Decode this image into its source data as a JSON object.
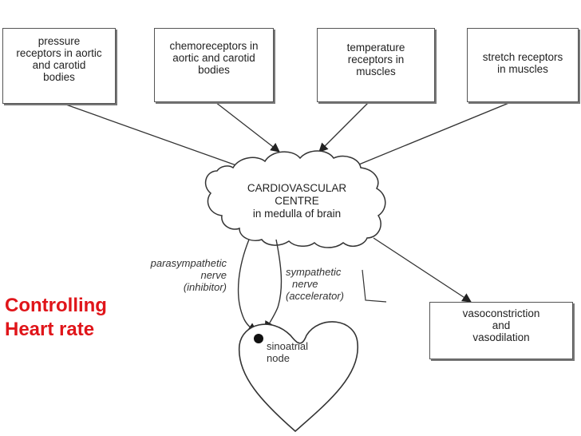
{
  "boxes": {
    "pressure": [
      "pressure",
      "receptors in aortic",
      "and carotid",
      "bodies"
    ],
    "chemo": [
      "chemoreceptors in",
      "aortic and carotid",
      "bodies"
    ],
    "temperature": [
      "temperature",
      "receptors in",
      "muscles"
    ],
    "stretch": [
      "stretch receptors",
      "in muscles"
    ],
    "vaso": [
      "vasoconstriction",
      "and",
      "vasodilation"
    ]
  },
  "centre": {
    "line1": "CARDIOVASCULAR",
    "line2": "CENTRE",
    "line3": "in medulla of brain"
  },
  "nerves": {
    "para": [
      "parasympathetic",
      "nerve",
      "(inhibitor)"
    ],
    "sym": [
      "sympathetic",
      "nerve",
      "(accelerator)"
    ]
  },
  "heart": {
    "node_line1": "sinoatrial",
    "node_line2": "node"
  },
  "title": {
    "line1": "Controlling",
    "line2": "Heart rate"
  }
}
